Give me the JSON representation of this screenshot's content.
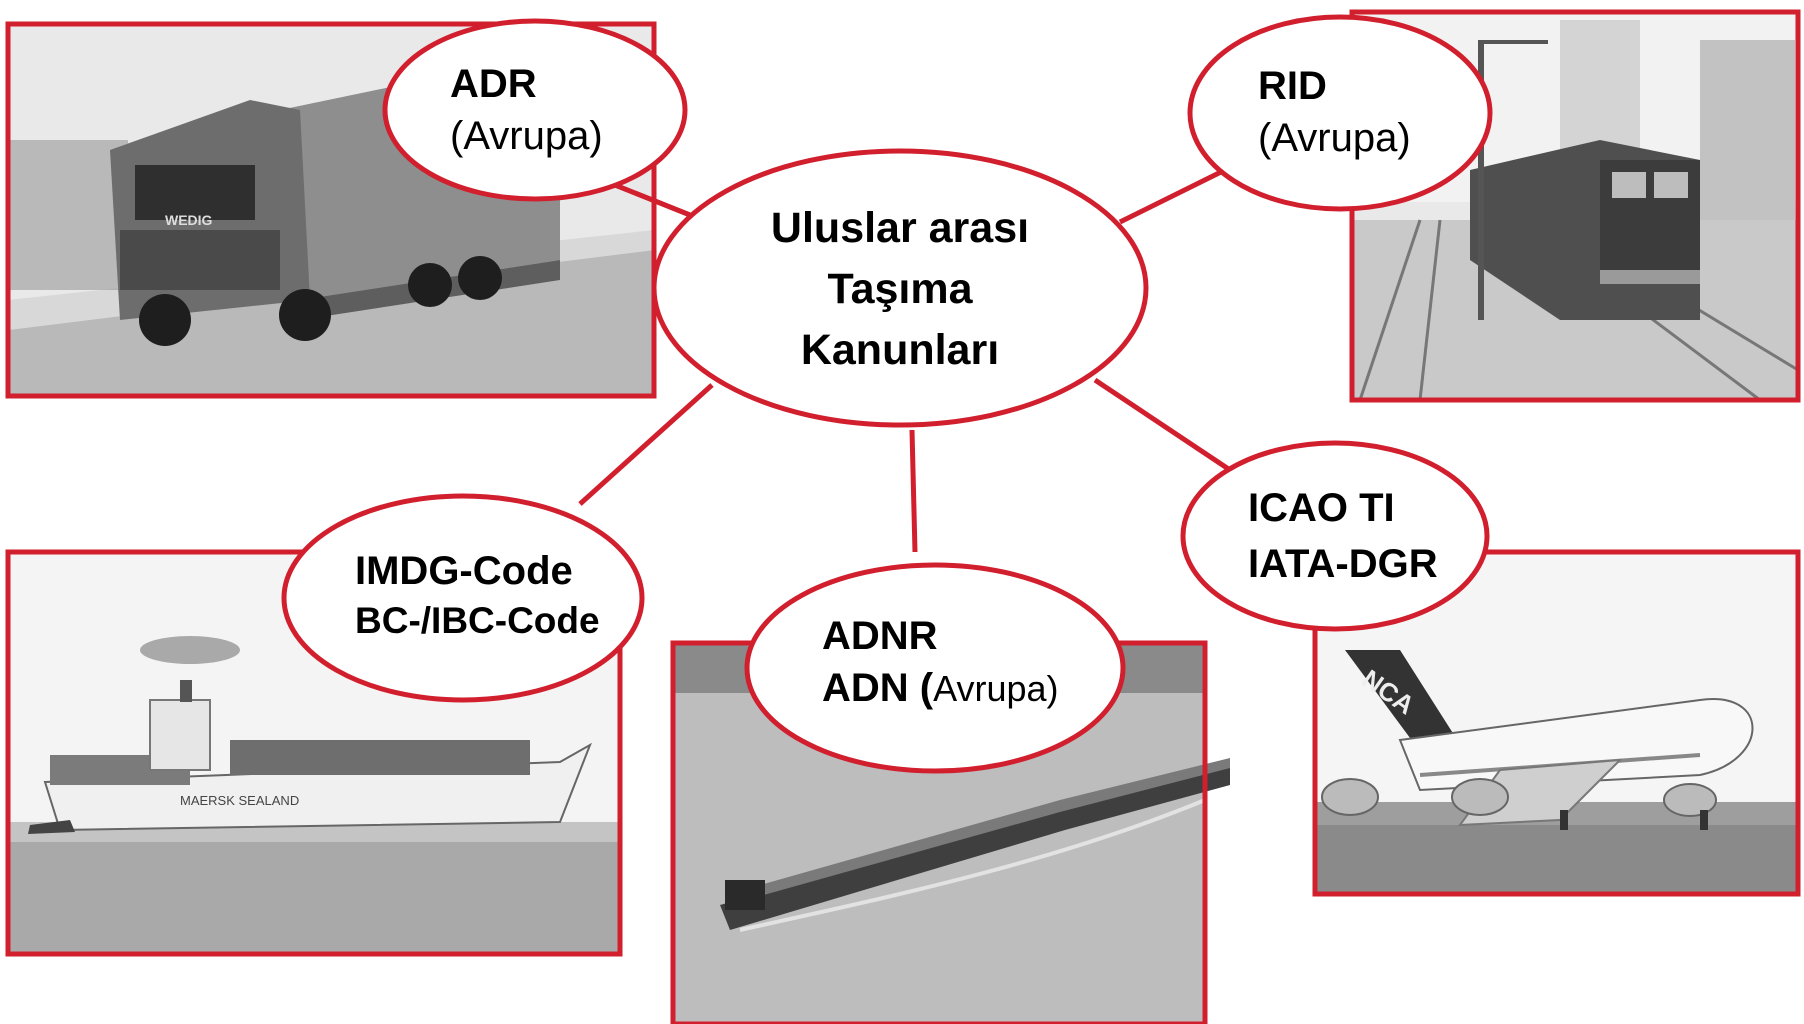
{
  "center": {
    "line1": "Uluslar arası",
    "line2": "Taşıma",
    "line3": "Kanunları"
  },
  "nodes": {
    "adr": {
      "title": "ADR",
      "region": "(Avrupa)"
    },
    "rid": {
      "title": "RID",
      "region": "(Avrupa)"
    },
    "imdg": {
      "line1": "IMDG-Code",
      "line2": "BC-/IBC-Code"
    },
    "adnr": {
      "line1": "ADNR",
      "line2_bold": "ADN (",
      "line2_region": "Avrupa)"
    },
    "icao": {
      "line1": "ICAO TI",
      "line2": "IATA-DGR"
    }
  },
  "photos": {
    "truck": {
      "brand_text": "WEDIG"
    },
    "ship": {
      "hull_text": "MAERSK SEALAND"
    },
    "plane": {
      "tail_text": "NCA"
    }
  },
  "colors": {
    "accent": "#d11f2e",
    "photo_gray": "#e9e9e9",
    "text": "#000000"
  }
}
